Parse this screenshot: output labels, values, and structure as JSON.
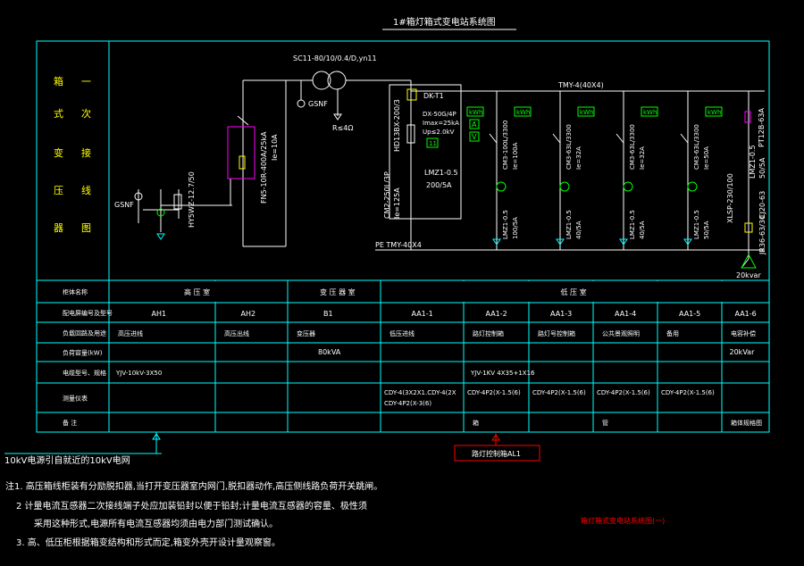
{
  "title": "1#箱灯箱式变电站系统图",
  "left_label": {
    "col1": [
      "箱",
      "式",
      "变",
      "压",
      "器"
    ],
    "col2": [
      "一",
      "次",
      "接",
      "线",
      "图"
    ]
  },
  "transformer": "SC11-80/10/0.4/D,yn11",
  "switch_label": [
    "FN5-10R-400A/25kA",
    "Ie=10A"
  ],
  "arrester_label": "HY5WZ-12.7/50",
  "gsnf": "GSNF",
  "ground": "R≤4Ω",
  "incoming_breaker": [
    "DK-T1",
    "HD13BX-200/3"
  ],
  "breaker_main": [
    "CM2-250L/3P",
    "Ie=125A"
  ],
  "spd": [
    "DX-50G/4P",
    "Imax=25kA",
    "Up≤2.0kV"
  ],
  "ct_main": [
    "LMZ1-0.5",
    "200/5A"
  ],
  "busbar": "TMY-4(40X4)",
  "pe_bus": "PE TMY-40X4",
  "kwh": "kWh",
  "meters": [
    "A",
    "V"
  ],
  "bus_tag": "11",
  "feeders": [
    {
      "breaker": [
        "CM3-100L/3300",
        "Ie=100A"
      ],
      "ct": [
        "LMZ1-0.5",
        "100/5A"
      ]
    },
    {
      "breaker": [
        "CM3-63L/3300",
        "Ie=32A"
      ],
      "ct": [
        "LMZ1-0.5",
        "40/5A"
      ]
    },
    {
      "breaker": [
        "CM3-63L/3300",
        "Ie=32A"
      ],
      "ct": [
        "LMZ1-0.5",
        "40/5A"
      ]
    },
    {
      "breaker": [
        "CM3-63L/3300",
        "Ie=50A"
      ],
      "ct": [
        "LMZ1-0.5",
        "50/5A"
      ]
    }
  ],
  "cap_branch": {
    "breaker": [
      "PT12B-63A"
    ],
    "ct": [
      "LMZ1-0.5",
      "50/5A"
    ],
    "contactor": [
      "XLSP-230/100",
      "CJ20-63"
    ],
    "relay": "JR36-63/30",
    "cap": "20kvar"
  },
  "table": {
    "row_labels": [
      "柜体名称",
      "配电屏编号及型号",
      "负载回路及用途",
      "负荷容量(kW)",
      "电缆型号、规格",
      "测量仪表",
      "备 注"
    ],
    "groups": [
      {
        "label": "高 压 室"
      },
      {
        "label": "变 压 器 室"
      },
      {
        "label": "低 压 室"
      }
    ],
    "columns": [
      {
        "id": "AH1",
        "use": "高压进线",
        "load": "",
        "cable": "YJV-10kV-3X50",
        "meter": [],
        "note": ""
      },
      {
        "id": "AH2",
        "use": "高压出线",
        "load": "",
        "cable": "",
        "meter": [],
        "note": ""
      },
      {
        "id": "B1",
        "use": "变压器",
        "load": "80kVA",
        "cable": "",
        "meter": [],
        "note": ""
      },
      {
        "id": "AA1-1",
        "use": "低压进线",
        "load": "",
        "cable": "",
        "meter": [
          "CDY-4(3X2X1.CDY-4(2X",
          "CDY-4P2(X-3(6)"
        ],
        "note": ""
      },
      {
        "id": "AA1-2",
        "use": "路灯控制箱",
        "load": "",
        "cable": "YJV-1KV 4X35+1X16",
        "meter": [
          "CDY-4P2(X-1.5(6)"
        ],
        "note": "箱"
      },
      {
        "id": "AA1-3",
        "use": "路灯号控制箱",
        "load": "",
        "cable": "",
        "meter": [
          "CDY-4P2(X-1.5(6)"
        ],
        "note": ""
      },
      {
        "id": "AA1-4",
        "use": "公共景观照明",
        "load": "",
        "cable": "",
        "meter": [
          "CDY-4P2(X-1.5(6)"
        ],
        "note": "管"
      },
      {
        "id": "AA1-5",
        "use": "备用",
        "load": "",
        "cable": "",
        "meter": [
          "CDY-4P2(X-1.5(6)"
        ],
        "note": ""
      },
      {
        "id": "AA1-6",
        "use": "电容补偿",
        "load": "20kVar",
        "cable": "",
        "meter": [],
        "note": "箱体规格图"
      }
    ]
  },
  "incoming_note": "10kV电源引自就近的10kV电网",
  "control_box": "路灯控制箱AL1",
  "notes": [
    "注1. 高压箱线柜装有分励脱扣器,当打开变压器室内网门,脱扣器动作,高压侧线路负荷开关跳闸。",
    "2  计量电流互感器二次接线端子处应加装铅封以便于铅封;计量电流互感器的容量、极性须",
    "采用这种形式,电源所有电流互感器均须由电力部门测试确认。",
    "3. 高、低压柜根据箱变结构和形式而定,箱变外壳开设计量观察窗。"
  ],
  "drawing_name": "箱灯箱式变电站系统图(一)",
  "colors": {
    "frame": "#00ffff",
    "wire": "#ffffff",
    "green": "#00ff00",
    "yellow": "#ffff00",
    "red": "#ff0000",
    "magenta": "#ff00ff"
  }
}
